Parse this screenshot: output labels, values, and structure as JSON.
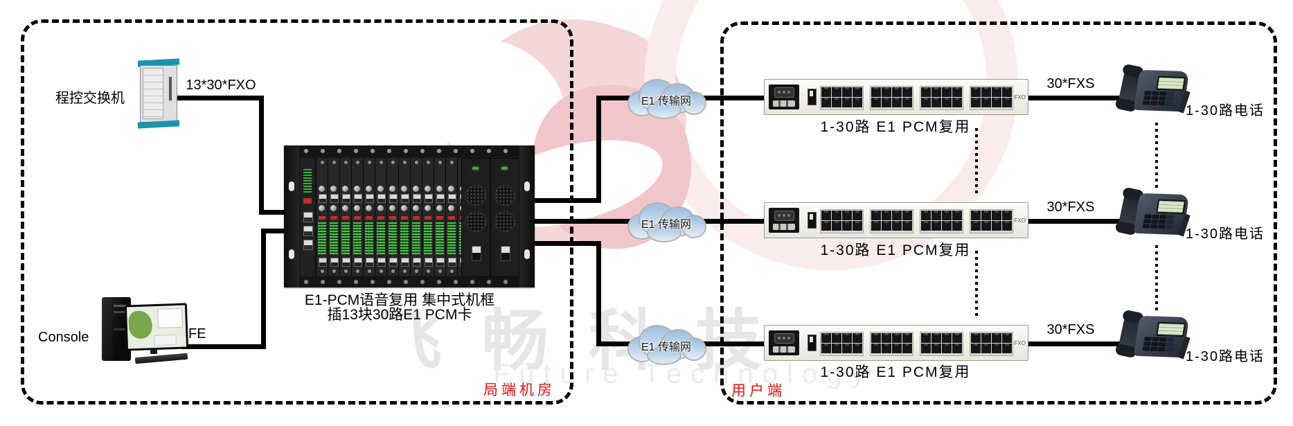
{
  "left_region": {
    "name_label": "局端机房",
    "pbx_label": "程控交换机",
    "pbx_link_label": "13*30*FXO",
    "console_label": "Console",
    "console_link_label": "FE",
    "chassis_caption_1": "E1-PCM语音复用 集中式机框",
    "chassis_caption_2": "插13块30路E1 PCM卡"
  },
  "right_region": {
    "name_label": "用户端",
    "rows": [
      {
        "cloud_label": "E1 传输网",
        "rack_label": "1-30路 E1 PCM复用",
        "rack_port_tag": "FXO",
        "link_label": "30*FXS",
        "phones_label": "1-30路电话"
      },
      {
        "cloud_label": "E1 传输网",
        "rack_label": "1-30路 E1 PCM复用",
        "rack_port_tag": "FXO",
        "link_label": "30*FXS",
        "phones_label": "1-30路电话"
      },
      {
        "cloud_label": "E1 传输网",
        "rack_label": "1-30路 E1 PCM复用",
        "rack_port_tag": "FXO",
        "link_label": "30*FXS",
        "phones_label": "1-30路电话"
      }
    ]
  },
  "watermark": {
    "logo_text_cn": "飞畅科技",
    "logo_text_en": "Future Technology"
  },
  "colors": {
    "link_line": "#000000",
    "region_border": "#000000",
    "region_label_red": "#e01414",
    "cloud_fill": "#9cbedf",
    "chassis_body": "#191919",
    "rack_body": "#f1efe7",
    "led_green": "#3fae3f",
    "cabinet_teal": "#1a93ac",
    "watermark_pink": "#f5d7d9",
    "watermark_gray": "#e6e6e6"
  }
}
